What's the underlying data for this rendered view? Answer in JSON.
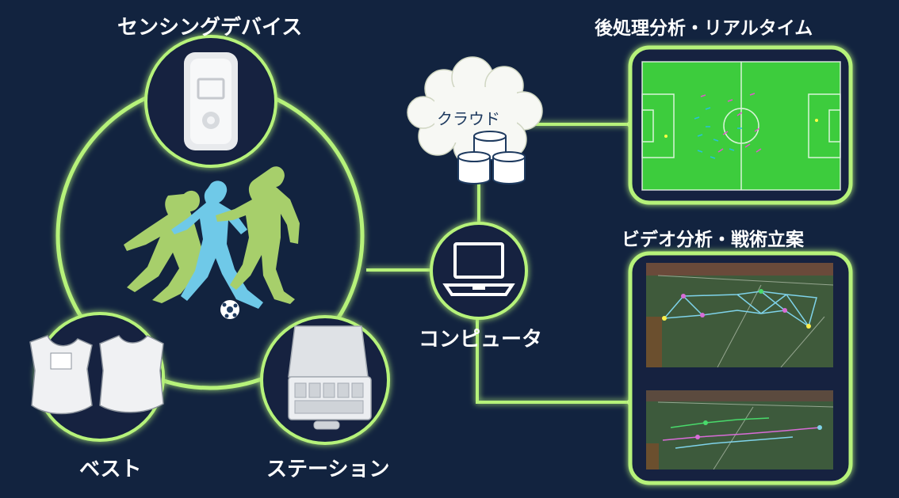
{
  "labels": {
    "sensing_device": "センシングデバイス",
    "post_analysis": "後処理分析・リアルタイム",
    "video_analysis": "ビデオ分析・戦術立案",
    "cloud": "クラウド",
    "computer": "コンピュータ",
    "vest": "ベスト",
    "station": "ステーション"
  },
  "colors": {
    "background": "#12233f",
    "glow_line": "#b6f27a",
    "player_green": "#a7cf6b",
    "player_blue": "#6fc9e8",
    "pitch_green": "#3dcc3d",
    "white": "#ffffff"
  },
  "icons": [
    "sensor-device-icon",
    "cloud-icon",
    "database-icon",
    "laptop-icon",
    "vest-icon",
    "station-case-icon",
    "soccer-ball-icon"
  ]
}
